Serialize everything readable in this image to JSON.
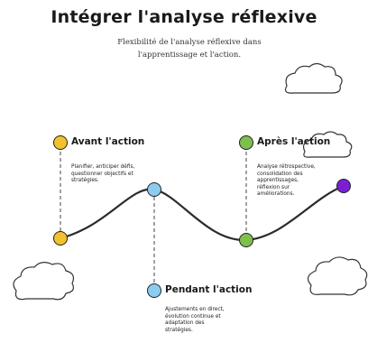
{
  "title": "Intégrer l'analyse réflexive",
  "subtitle": "Flexibilité de l'analyse réflexive dans l'apprentissage et l'action.",
  "stages": [
    {
      "label": "Avant l'action",
      "desc": "Planifier, anticiper défis, questionner objectifs et stratégies.",
      "color": "#f2c12e"
    },
    {
      "label": "Pendant l'action",
      "desc": "Ajustements en direct, évolution continue et adaptation des stratégies.",
      "color": "#8ecbf0"
    },
    {
      "label": "Après l'action",
      "desc": "Analyse rétrospective, consolidation des apprentissages, réflexion sur améliorations.",
      "color": "#7fbf4d"
    }
  ],
  "end_color": "#7b1fd6",
  "icons": [
    "cloud-icon",
    "cloud-icon",
    "cloud-icon",
    "cloud-icon"
  ]
}
